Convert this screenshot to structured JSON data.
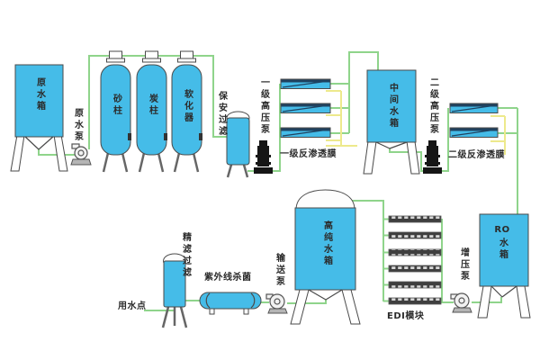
{
  "diagram": {
    "type": "water-treatment-process-flow",
    "colors": {
      "vessel": "#45bce8",
      "vessel-outline": "#4a4a4a",
      "pipe-green": "#8fd48b",
      "pipe-yellow": "#ede98c",
      "membrane-accent": "#1f4260",
      "pump-black": "#161616",
      "text": "#2b2b2b"
    },
    "labels": {
      "raw_tank": "原水箱",
      "raw_pump": "原水泵",
      "sand_column": "砂柱",
      "carbon_column": "炭柱",
      "softener": "软化器",
      "security_filter": "保安过滤",
      "hp_pump1": "一级高压泵",
      "stage1_membrane": "一级反渗透膜",
      "mid_tank": "中间水箱",
      "hp_pump2": "二级高压泵",
      "stage2_membrane": "二级反渗透膜",
      "pure_tank": "高纯水箱",
      "transfer_pump": "输送泵",
      "uv_sterilizer": "紫外线杀菌",
      "fine_filter": "精滤过滤",
      "water_point": "用水点",
      "edi_module": "EDI模块",
      "booster_pump": "增压泵",
      "ro_tank_ro": "RO",
      "ro_tank_tank": "水箱"
    }
  }
}
